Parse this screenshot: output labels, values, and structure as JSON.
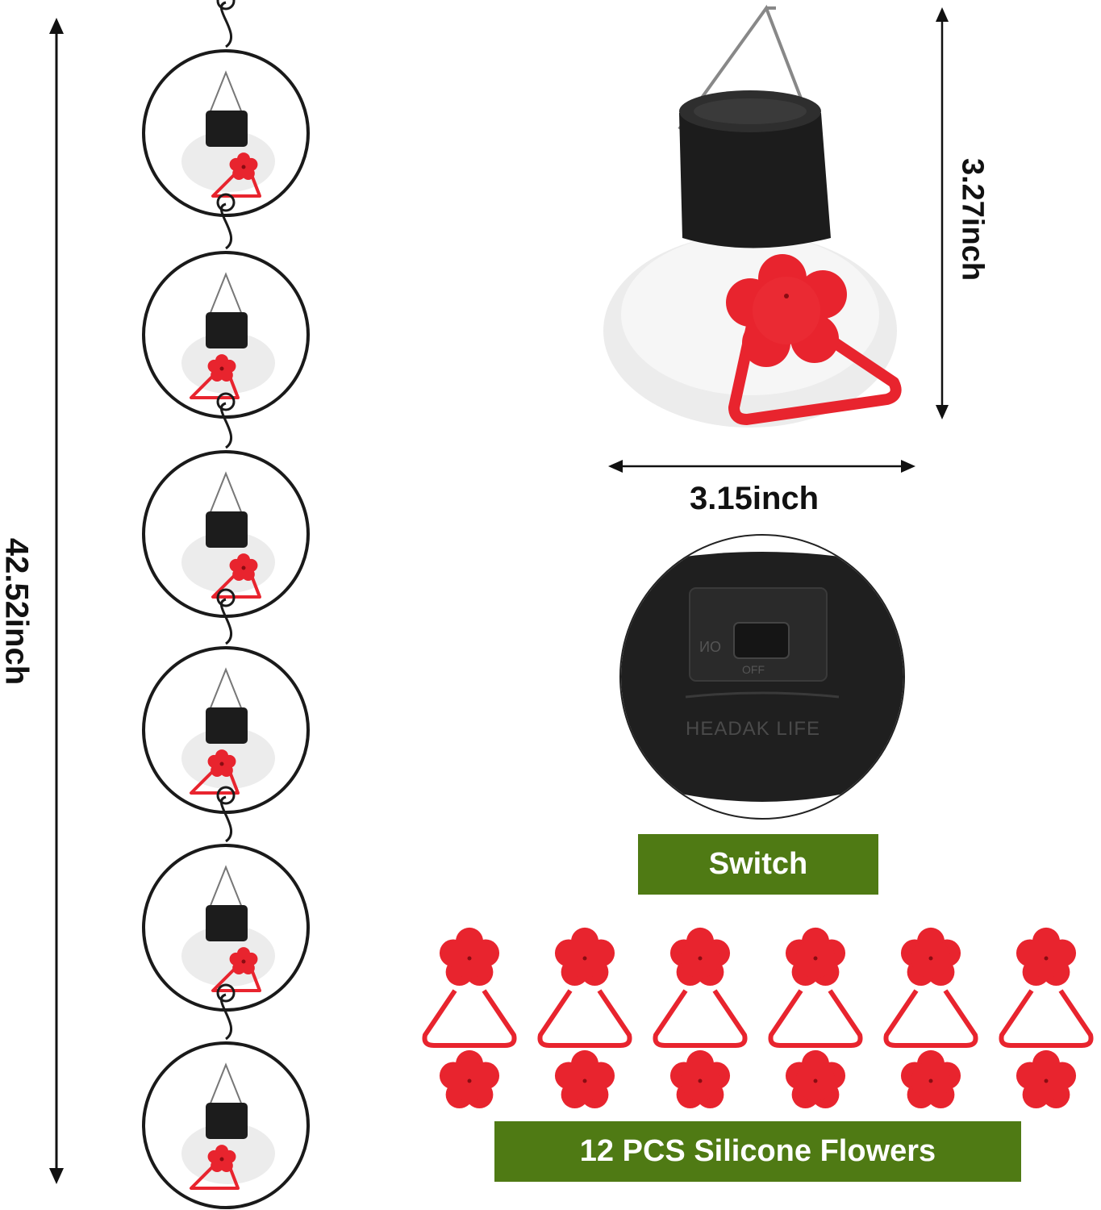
{
  "labels": {
    "total_length": "42.52inch",
    "feeder_height": "3.27inch",
    "feeder_width": "3.15inch"
  },
  "banners": {
    "switch_label": "Switch",
    "flowers_label": "12 PCS Silicone Flowers"
  },
  "switch_closeup": {
    "on_text": "ON",
    "off_text": "OFF",
    "brand_text": "HEADAK LIFE"
  },
  "colors": {
    "banner_green": "#4f7a14",
    "flower_red": "#e8242e",
    "cap_black": "#1c1c1c",
    "ring_black": "#1a1a1a"
  }
}
